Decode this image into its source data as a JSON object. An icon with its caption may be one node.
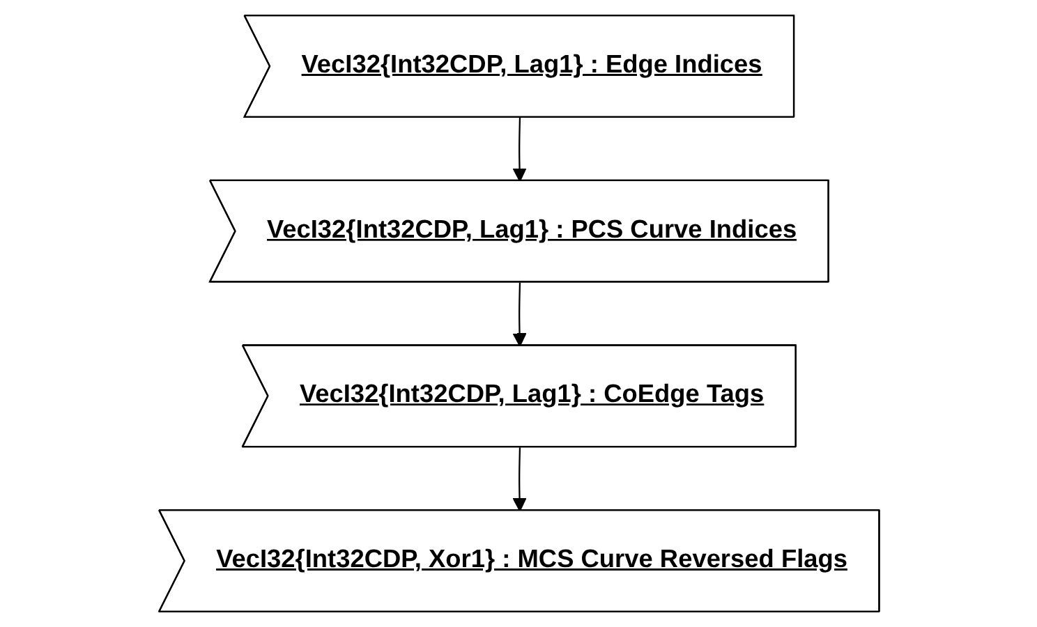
{
  "diagram": {
    "nodes": [
      {
        "text": [
          "VecI32{Int32CDP, Lag1} : Edge Indices"
        ]
      },
      {
        "text": [
          "VecI32{Int32CDP, Lag1} : PCS Curve Indices"
        ]
      },
      {
        "text": [
          "VecI32{Int32CDP, Lag1} : CoEdge Tags"
        ]
      },
      {
        "text": [
          "VecI32{Int32CDP, Xor1} : MCS Curve Reversed Flags"
        ]
      }
    ],
    "edges": [
      {
        "from": 0,
        "to": 1,
        "arrow": "to"
      },
      {
        "from": 1,
        "to": 2,
        "arrow": "to"
      },
      {
        "from": 2,
        "to": 3,
        "arrow": "to"
      }
    ]
  }
}
